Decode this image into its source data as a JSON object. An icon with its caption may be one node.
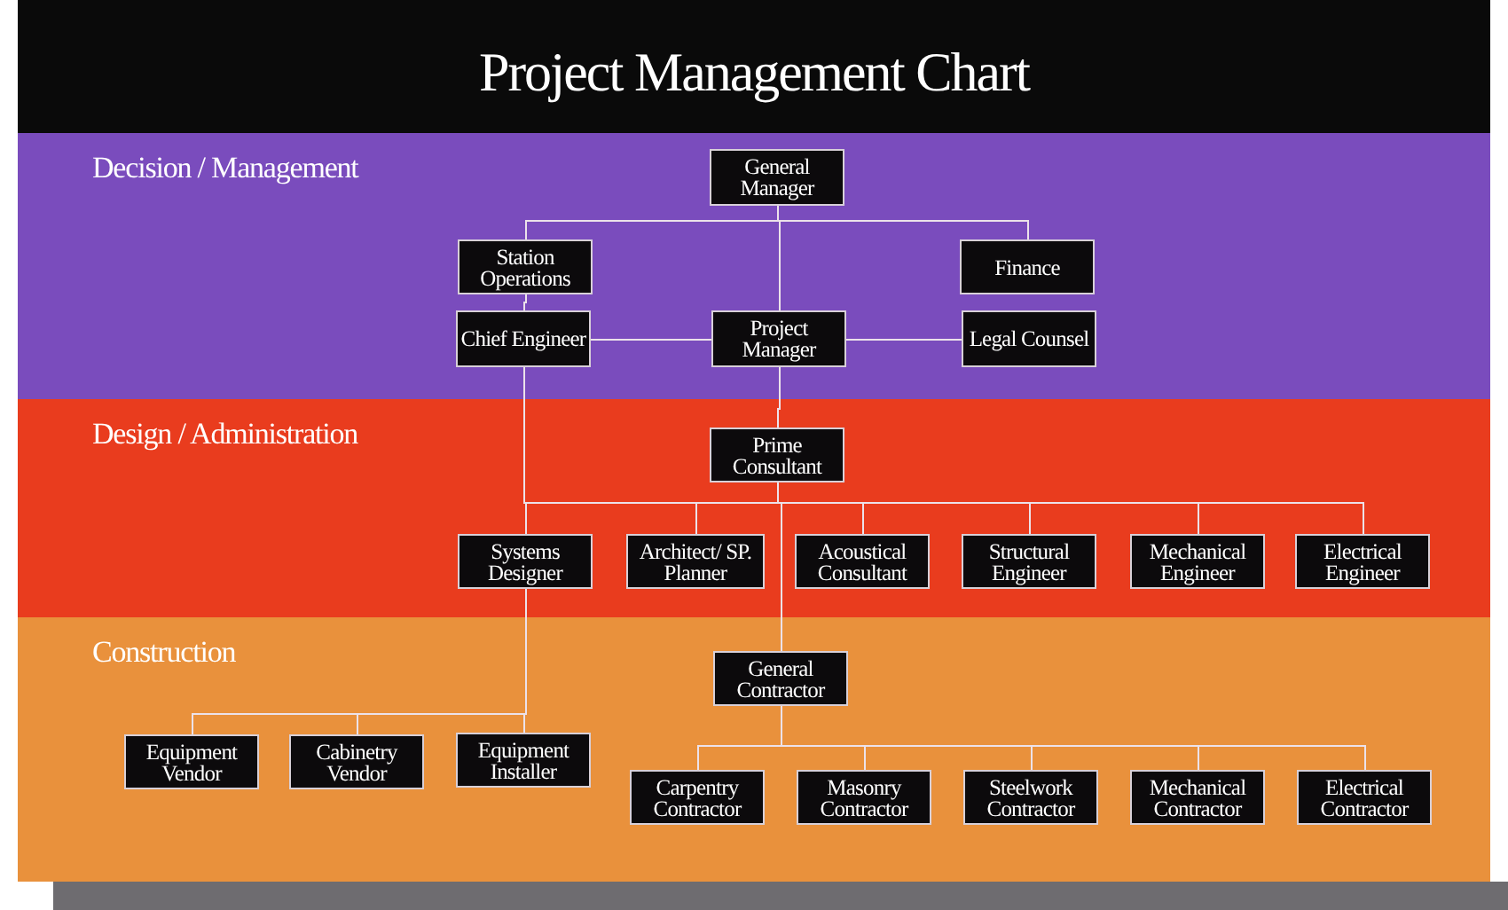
{
  "diagram": {
    "title": "Project Management Chart",
    "nodes": [
      {
        "text": [
          "Decision / Management"
        ]
      },
      {
        "text": [
          "General Manager"
        ],
        "in": 0
      },
      {
        "text": [
          "Station Operations"
        ],
        "in": 0
      },
      {
        "text": [
          "Finance"
        ],
        "in": 0
      },
      {
        "text": [
          "Chief Engineer"
        ],
        "in": 0
      },
      {
        "text": [
          "Project Manager"
        ],
        "in": 0
      },
      {
        "text": [
          "Legal Counsel"
        ],
        "in": 0
      },
      {
        "text": [
          "Design / Administration"
        ]
      },
      {
        "text": [
          "Prime Consultant"
        ],
        "in": 7
      },
      {
        "text": [
          "Systems Designer"
        ],
        "in": 7
      },
      {
        "text": [
          "Architect/ SP. Planner"
        ],
        "in": 7
      },
      {
        "text": [
          "Acoustical Consultant"
        ],
        "in": 7
      },
      {
        "text": [
          "Structural Engineer"
        ],
        "in": 7
      },
      {
        "text": [
          "Mechanical Engineer"
        ],
        "in": 7
      },
      {
        "text": [
          "Electrical Engineer"
        ],
        "in": 7
      },
      {
        "text": [
          "Construction"
        ]
      },
      {
        "text": [
          "General Contractor"
        ],
        "in": 15
      },
      {
        "text": [
          "Equipment Vendor"
        ],
        "in": 15
      },
      {
        "text": [
          "Cabinetry Vendor"
        ],
        "in": 15
      },
      {
        "text": [
          "Equipment Installer"
        ],
        "in": 15
      },
      {
        "text": [
          "Carpentry Contractor"
        ],
        "in": 15
      },
      {
        "text": [
          "Masonry Contractor"
        ],
        "in": 15
      },
      {
        "text": [
          "Steelwork Contractor"
        ],
        "in": 15
      },
      {
        "text": [
          "Mechanical Contractor"
        ],
        "in": 15
      },
      {
        "text": [
          "Electrical Contractor"
        ],
        "in": 15
      }
    ],
    "edges": [
      {
        "from": 1,
        "to": 2,
        "arrow": "none"
      },
      {
        "from": 1,
        "to": 3,
        "arrow": "none"
      },
      {
        "from": 1,
        "to": 5,
        "arrow": "none"
      },
      {
        "from": 2,
        "to": 4,
        "arrow": "none"
      },
      {
        "from": 4,
        "to": 5,
        "arrow": "none"
      },
      {
        "from": 5,
        "to": 6,
        "arrow": "none"
      },
      {
        "from": 5,
        "to": 8,
        "arrow": "none"
      },
      {
        "from": 4,
        "to": 9,
        "arrow": "none"
      },
      {
        "from": 8,
        "to": 9,
        "arrow": "none"
      },
      {
        "from": 8,
        "to": 10,
        "arrow": "none"
      },
      {
        "from": 8,
        "to": 11,
        "arrow": "none"
      },
      {
        "from": 8,
        "to": 12,
        "arrow": "none"
      },
      {
        "from": 8,
        "to": 13,
        "arrow": "none"
      },
      {
        "from": 8,
        "to": 14,
        "arrow": "none"
      },
      {
        "from": 8,
        "to": 16,
        "arrow": "none"
      },
      {
        "from": 9,
        "to": 17,
        "arrow": "none"
      },
      {
        "from": 9,
        "to": 18,
        "arrow": "none"
      },
      {
        "from": 9,
        "to": 19,
        "arrow": "none"
      },
      {
        "from": 16,
        "to": 20,
        "arrow": "none"
      },
      {
        "from": 16,
        "to": 21,
        "arrow": "none"
      },
      {
        "from": 16,
        "to": 22,
        "arrow": "none"
      },
      {
        "from": 16,
        "to": 23,
        "arrow": "none"
      },
      {
        "from": 16,
        "to": 24,
        "arrow": "none"
      }
    ]
  }
}
